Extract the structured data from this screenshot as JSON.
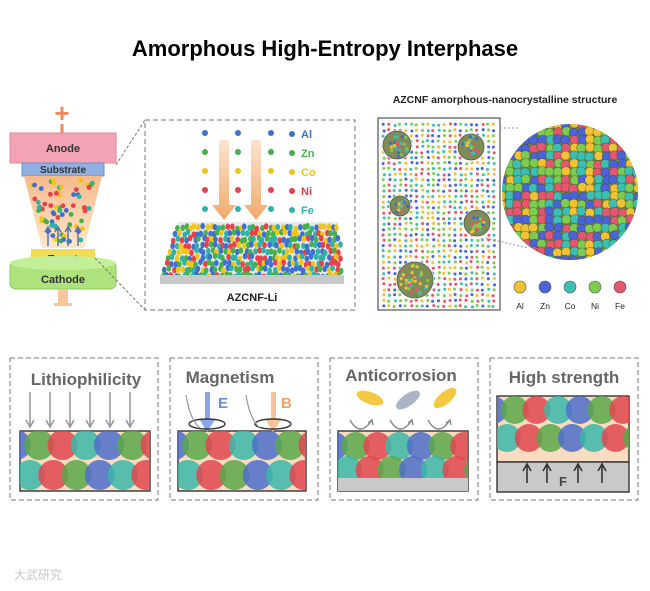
{
  "title": "Amorphous High-Entropy Interphase",
  "deposition": {
    "plus": "+",
    "anode": "Anode",
    "substrate": "Substrate",
    "target": "Target",
    "cathode": "Cathode"
  },
  "elements": {
    "legend": [
      {
        "name": "Al",
        "color": "#3f6fd1"
      },
      {
        "name": "Zn",
        "color": "#47b04b"
      },
      {
        "name": "Co",
        "color": "#f0c419"
      },
      {
        "name": "Ni",
        "color": "#e8414a"
      },
      {
        "name": "Fe",
        "color": "#2fb3a8"
      }
    ],
    "film_label": "AZCNF-Li"
  },
  "structure": {
    "heading": "AZCNF amorphous-nanocrystalline structure",
    "legend": [
      {
        "name": "Al",
        "color": "#f1c232"
      },
      {
        "name": "Zn",
        "color": "#4a63d6"
      },
      {
        "name": "Co",
        "color": "#3bbfb2"
      },
      {
        "name": "Ni",
        "color": "#7ccc4f"
      },
      {
        "name": "Fe",
        "color": "#e3576f"
      }
    ]
  },
  "properties": {
    "p1": {
      "title": "Lithiophilicity"
    },
    "p2": {
      "title": "Magnetism",
      "e_label": "E",
      "b_label": "B"
    },
    "p3": {
      "title": "Anticorrosion"
    },
    "p4": {
      "title": "High strength",
      "f_label": "F"
    }
  },
  "watermark": "大武研究"
}
